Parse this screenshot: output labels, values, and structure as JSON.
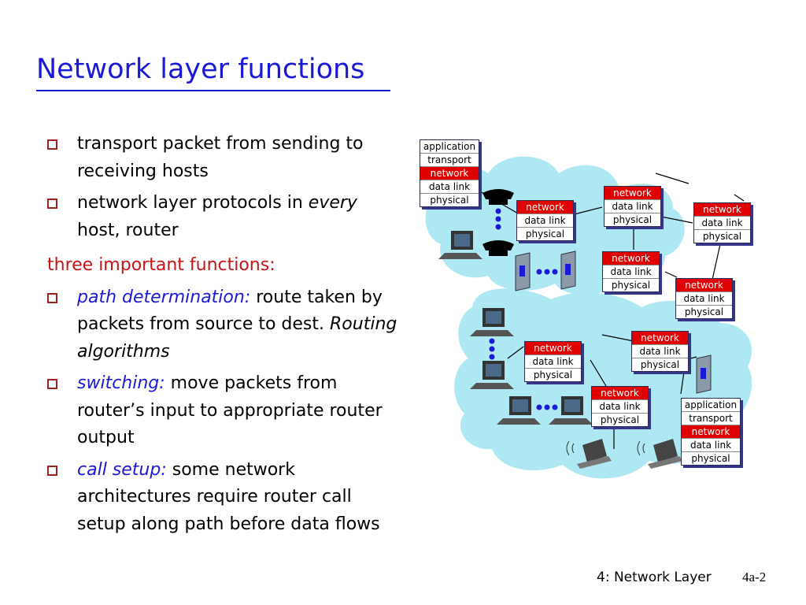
{
  "slide": {
    "title": "Network layer functions",
    "bullet1": "transport packet from sending to receiving hosts",
    "bullet2_a": "network layer protocols in ",
    "bullet2_em": "every",
    "bullet2_b": " host, router",
    "subheading": "three important functions:",
    "path_term": "path determination:",
    "path_text": " route taken by packets from source to dest. ",
    "path_em": "Routing algorithms",
    "switch_term": "switching:",
    "switch_text": " move packets from router’s input to appropriate router output",
    "call_term": "call setup:",
    "call_text": " some network architectures require router call setup along path before data flows"
  },
  "layers": {
    "application": "application",
    "transport": "transport",
    "network": "network",
    "data_link": "data link",
    "physical": "physical"
  },
  "footer": {
    "chapter": "4: Network Layer",
    "page": "4a-2"
  }
}
